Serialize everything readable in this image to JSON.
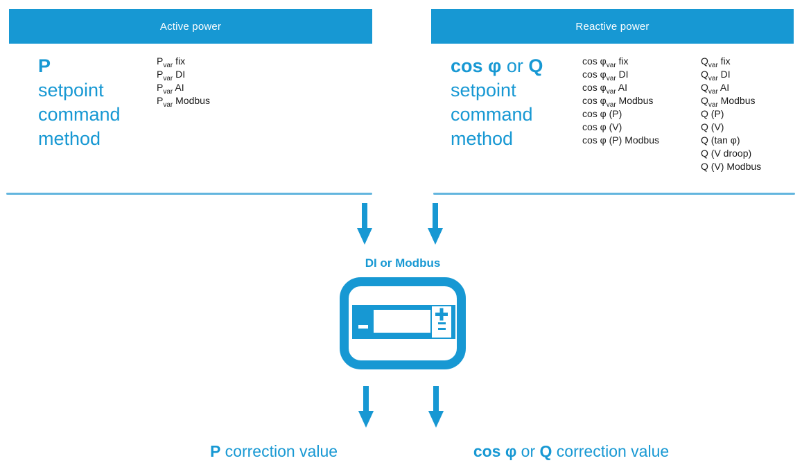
{
  "colors": {
    "accent": "#1798d3",
    "divider": "#62b5de",
    "ink": "#1a1a1a"
  },
  "active_section": {
    "header": "Active power",
    "heading": {
      "bold": "P",
      "line2": "setpoint",
      "line3": "command",
      "line4": "method"
    },
    "options": [
      {
        "pre": "P",
        "sub": "var",
        "post": " fix"
      },
      {
        "pre": "P",
        "sub": "var",
        "post": " DI"
      },
      {
        "pre": "P",
        "sub": "var",
        "post": " AI"
      },
      {
        "pre": "P",
        "sub": "var",
        "post": " Modbus"
      }
    ]
  },
  "reactive_section": {
    "header": "Reactive power",
    "heading": {
      "bold1": "cos φ",
      "mid": " or ",
      "bold2": "Q",
      "line2": "setpoint",
      "line3": "command",
      "line4": "method"
    },
    "cos_phi_options": [
      {
        "pre": "cos φ",
        "sub": "var",
        "post": " fix"
      },
      {
        "pre": "cos φ",
        "sub": "var",
        "post": " DI"
      },
      {
        "pre": "cos φ",
        "sub": "var",
        "post": " AI"
      },
      {
        "pre": "cos φ",
        "sub": "var",
        "post": " Modbus"
      },
      {
        "pre": "cos φ (P)",
        "sub": "",
        "post": ""
      },
      {
        "pre": "cos φ (V)",
        "sub": "",
        "post": ""
      },
      {
        "pre": "cos φ (P) Modbus",
        "sub": "",
        "post": ""
      }
    ],
    "q_options": [
      {
        "pre": "Q",
        "sub": "var",
        "post": " fix"
      },
      {
        "pre": "Q",
        "sub": "var",
        "post": " DI"
      },
      {
        "pre": "Q",
        "sub": "var",
        "post": " AI"
      },
      {
        "pre": "Q",
        "sub": "var",
        "post": " Modbus"
      },
      {
        "pre": "Q (P)",
        "sub": "",
        "post": ""
      },
      {
        "pre": "Q (V)",
        "sub": "",
        "post": ""
      },
      {
        "pre": "Q (tan φ)",
        "sub": "",
        "post": ""
      },
      {
        "pre": "Q (V droop)",
        "sub": "",
        "post": ""
      },
      {
        "pre": "Q (V) Modbus",
        "sub": "",
        "post": ""
      }
    ]
  },
  "center": {
    "bus_label": "DI or Modbus"
  },
  "outputs": {
    "p_correction": {
      "bold": "P",
      "rest": " correction value"
    },
    "q_correction": {
      "bold1": "cos φ",
      "mid": " or ",
      "bold2": "Q",
      "rest": " correction value"
    }
  },
  "icons": {
    "down_arrow": "down-arrow-icon",
    "device": "controller-icon"
  }
}
